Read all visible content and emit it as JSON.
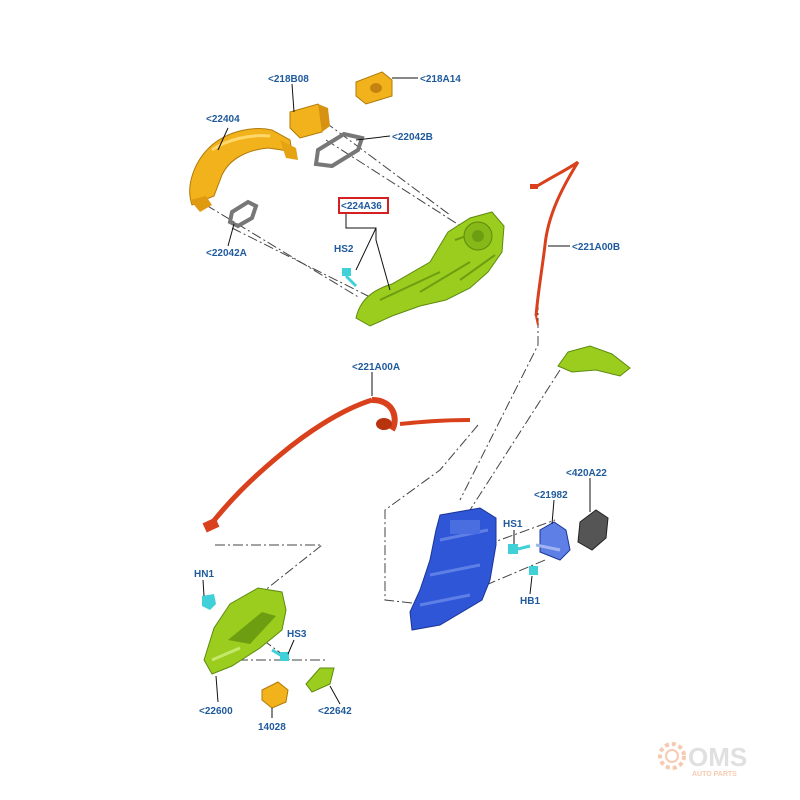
{
  "labels": {
    "p218B08": "<218B08",
    "p218A14": "<218A14",
    "p22404": "<22404",
    "p22042B": "<22042B",
    "p22042A": "<22042A",
    "p224A36": "<224A36",
    "pHS2": "HS2",
    "p221A00B": "<221A00B",
    "p221A00A": "<221A00A",
    "p420A22": "<420A22",
    "p21982": "<21982",
    "pHS1": "HS1",
    "pHB1": "HB1",
    "pHN1": "HN1",
    "pHS3": "HS3",
    "p22600": "<22600",
    "p14028": "14028",
    "p22642": "<22642"
  },
  "watermark": {
    "brand": "OMS",
    "tagline": "AUTO PARTS"
  },
  "colors": {
    "yellow_part": "#f2b21c",
    "green_part": "#9acd1e",
    "red_cable": "#d9401c",
    "blue_part": "#2f56d6",
    "cyan_fastener": "#3fd0d8",
    "gasket_grey": "#8a8a8a",
    "label_blue": "#1f5a9c",
    "highlight_box": "#d42020"
  }
}
